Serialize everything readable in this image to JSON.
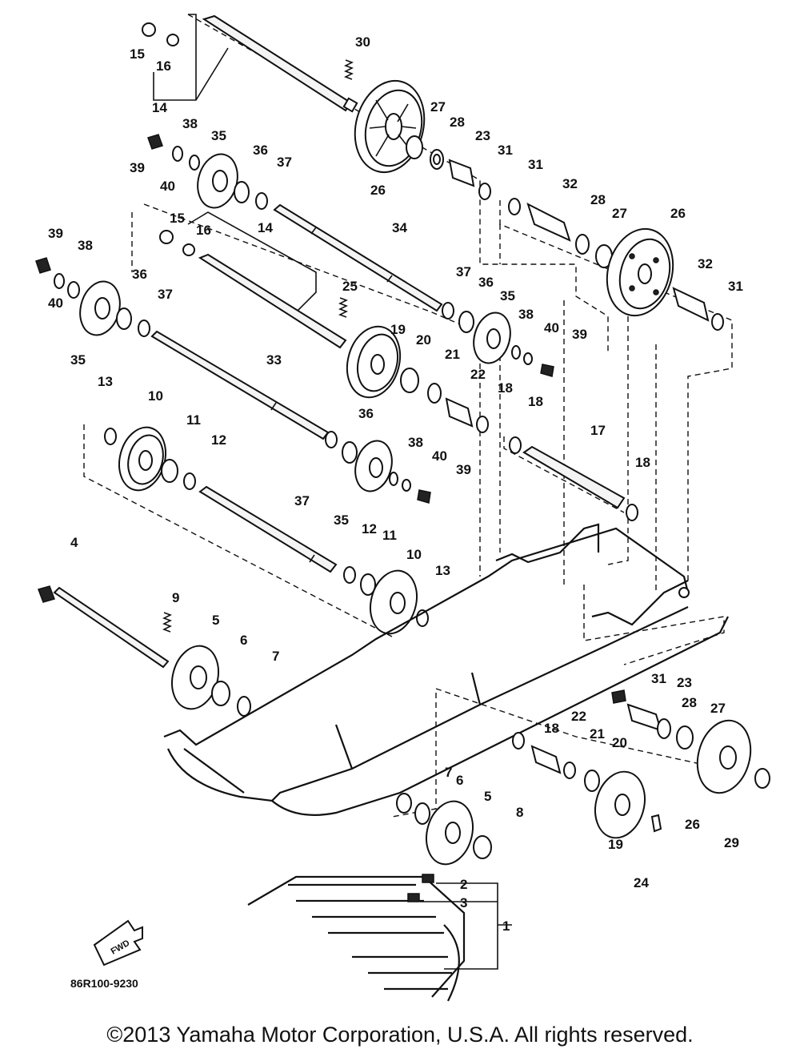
{
  "diagram": {
    "drawing_code": "86R100-9230",
    "forward_label": "FWD",
    "copyright": "©2013 Yamaha Motor Corporation, U.S.A. All rights reserved."
  },
  "callouts": [
    {
      "id": "c1",
      "text": "15"
    },
    {
      "id": "c2",
      "text": "16"
    },
    {
      "id": "c3",
      "text": "14"
    },
    {
      "id": "c4",
      "text": "30"
    },
    {
      "id": "c5",
      "text": "27"
    },
    {
      "id": "c6",
      "text": "28"
    },
    {
      "id": "c7",
      "text": "23"
    },
    {
      "id": "c8",
      "text": "31"
    },
    {
      "id": "c9",
      "text": "26"
    },
    {
      "id": "c10",
      "text": "38"
    },
    {
      "id": "c11",
      "text": "35"
    },
    {
      "id": "c12",
      "text": "36"
    },
    {
      "id": "c13",
      "text": "37"
    },
    {
      "id": "c14",
      "text": "39"
    },
    {
      "id": "c15",
      "text": "40"
    },
    {
      "id": "c16",
      "text": "15"
    },
    {
      "id": "c17",
      "text": "16"
    },
    {
      "id": "c18",
      "text": "14"
    },
    {
      "id": "c19",
      "text": "31"
    },
    {
      "id": "c20",
      "text": "32"
    },
    {
      "id": "c21",
      "text": "28"
    },
    {
      "id": "c22",
      "text": "27"
    },
    {
      "id": "c23",
      "text": "26"
    },
    {
      "id": "c24",
      "text": "39"
    },
    {
      "id": "c25",
      "text": "38"
    },
    {
      "id": "c26",
      "text": "40"
    },
    {
      "id": "c27",
      "text": "35"
    },
    {
      "id": "c28",
      "text": "36"
    },
    {
      "id": "c29",
      "text": "37"
    },
    {
      "id": "c30",
      "text": "34"
    },
    {
      "id": "c31",
      "text": "25"
    },
    {
      "id": "c32",
      "text": "37"
    },
    {
      "id": "c33",
      "text": "36"
    },
    {
      "id": "c34",
      "text": "35"
    },
    {
      "id": "c35",
      "text": "38"
    },
    {
      "id": "c36",
      "text": "40"
    },
    {
      "id": "c37",
      "text": "39"
    },
    {
      "id": "c38",
      "text": "32"
    },
    {
      "id": "c39",
      "text": "31"
    },
    {
      "id": "c40",
      "text": "19"
    },
    {
      "id": "c41",
      "text": "20"
    },
    {
      "id": "c42",
      "text": "21"
    },
    {
      "id": "c43",
      "text": "22"
    },
    {
      "id": "c44",
      "text": "18"
    },
    {
      "id": "c45",
      "text": "18"
    },
    {
      "id": "c46",
      "text": "17"
    },
    {
      "id": "c47",
      "text": "18"
    },
    {
      "id": "c48",
      "text": "33"
    },
    {
      "id": "c49",
      "text": "13"
    },
    {
      "id": "c50",
      "text": "10"
    },
    {
      "id": "c51",
      "text": "11"
    },
    {
      "id": "c52",
      "text": "12"
    },
    {
      "id": "c53",
      "text": "36"
    },
    {
      "id": "c54",
      "text": "38"
    },
    {
      "id": "c55",
      "text": "40"
    },
    {
      "id": "c56",
      "text": "39"
    },
    {
      "id": "c57",
      "text": "37"
    },
    {
      "id": "c58",
      "text": "35"
    },
    {
      "id": "c59",
      "text": "4"
    },
    {
      "id": "c60",
      "text": "12"
    },
    {
      "id": "c61",
      "text": "11"
    },
    {
      "id": "c62",
      "text": "10"
    },
    {
      "id": "c63",
      "text": "13"
    },
    {
      "id": "c64",
      "text": "9"
    },
    {
      "id": "c65",
      "text": "5"
    },
    {
      "id": "c66",
      "text": "6"
    },
    {
      "id": "c67",
      "text": "7"
    },
    {
      "id": "c68",
      "text": "31"
    },
    {
      "id": "c69",
      "text": "23"
    },
    {
      "id": "c70",
      "text": "28"
    },
    {
      "id": "c71",
      "text": "27"
    },
    {
      "id": "c72",
      "text": "22"
    },
    {
      "id": "c73",
      "text": "18"
    },
    {
      "id": "c74",
      "text": "21"
    },
    {
      "id": "c75",
      "text": "20"
    },
    {
      "id": "c76",
      "text": "7"
    },
    {
      "id": "c77",
      "text": "6"
    },
    {
      "id": "c78",
      "text": "5"
    },
    {
      "id": "c79",
      "text": "8"
    },
    {
      "id": "c80",
      "text": "26"
    },
    {
      "id": "c81",
      "text": "29"
    },
    {
      "id": "c82",
      "text": "19"
    },
    {
      "id": "c83",
      "text": "24"
    },
    {
      "id": "c84",
      "text": "2"
    },
    {
      "id": "c85",
      "text": "3"
    },
    {
      "id": "c86",
      "text": "1"
    }
  ]
}
